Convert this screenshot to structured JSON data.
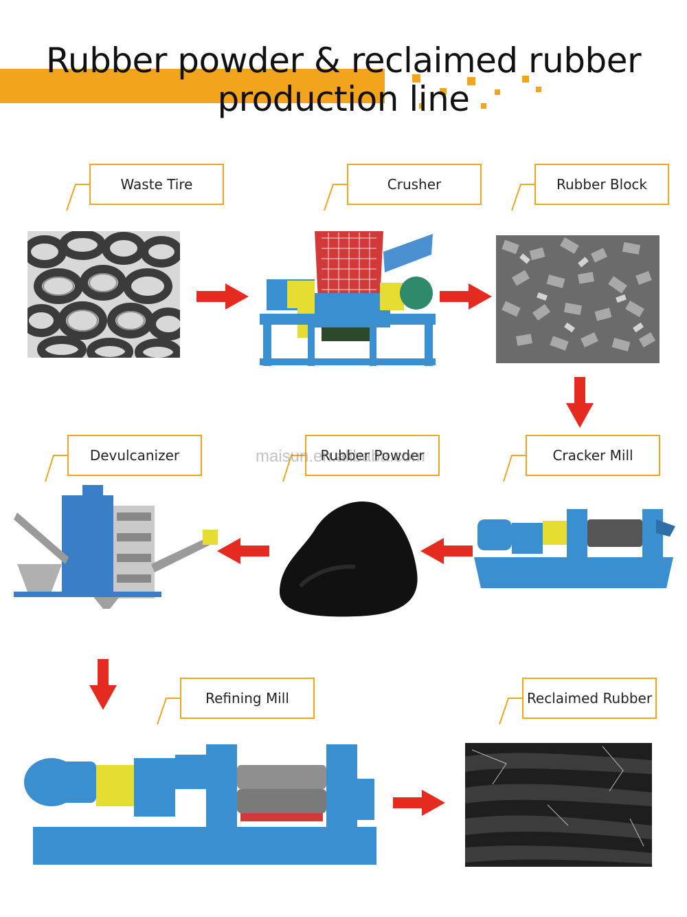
{
  "title": {
    "line1": "Rubber powder & reclaimed rubber",
    "line2": "production line"
  },
  "watermark": "maisun.en.alibaba.com",
  "steps": [
    {
      "label": "Waste Tire"
    },
    {
      "label": "Crusher"
    },
    {
      "label": "Rubber Block"
    },
    {
      "label": "Cracker Mill"
    },
    {
      "label": "Rubber Powder"
    },
    {
      "label": "Devulcanizer"
    },
    {
      "label": "Refining Mill"
    },
    {
      "label": "Reclaimed Rubber"
    }
  ],
  "colors": {
    "accent": "#f2a51c",
    "arrow": "#e52b20",
    "machine": "#3a8fd0"
  }
}
